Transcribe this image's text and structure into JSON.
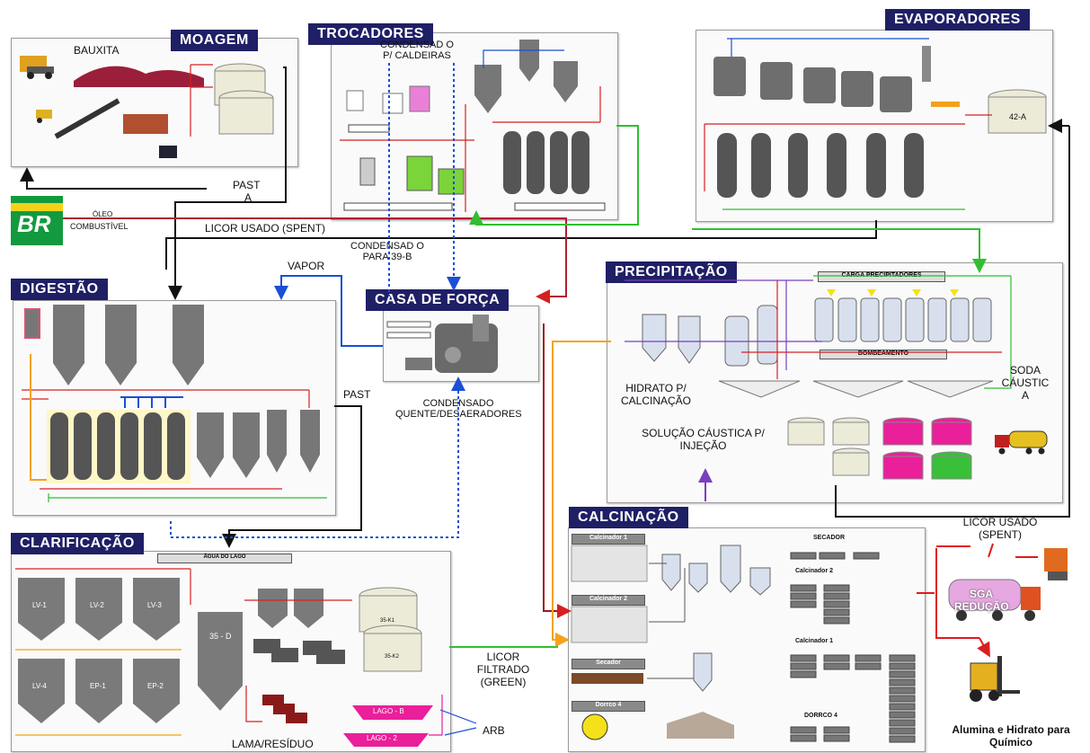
{
  "sections": {
    "moagem": "MOAGEM",
    "trocadores": "TROCADORES",
    "evaporadores": "EVAPORADORES",
    "digestao": "DIGESTÃO",
    "casa_forca": "CASA DE FORÇA",
    "precipitacao": "PRECIPITAÇÃO",
    "clarificacao": "CLARIFICAÇÃO",
    "calcinacao": "CALCINAÇÃO"
  },
  "labels": {
    "bauxita": "BAUXITA",
    "pasta_top": "PAST",
    "pasta_top2": "A",
    "oleo": "ÓLEO",
    "combustivel": "COMBUSTÍVEL",
    "licor_usado": "LICOR USADO (SPENT)",
    "condensado_caldeiras": "CONDENSAD O P/ CALDEIRAS",
    "condensado_39b": "CONDENSAD O PARA 39-B",
    "vapor": "VAPOR",
    "pasta_mid": "PAST",
    "condensado_quente": "CONDENSADO QUENTE/DESAERADORES",
    "hidrato": "HIDRATO P/ CALCINAÇÃO",
    "soda": "SODA CÁUSTIC A",
    "solucao": "SOLUÇÃO CÁUSTICA P/ INJEÇÃO",
    "licor_usado2": "LICOR USADO (SPENT)",
    "sga": "SGA REDUÇÃO",
    "licor_filtrado": "LICOR FILTRADO (GREEN)",
    "arb": "ARB",
    "lama": "LAMA/RESÍDUO",
    "alumina": "Alumina e Hidrato para Químico",
    "agua_lago": "ÁGUA DO LAGO",
    "carga_precip": "CARGA PRECIPITADORES",
    "bombeamento": "BOMBEAMENTO",
    "secador_tit": "SECADOR",
    "calc2_tit": "Calcinador 2",
    "calc1_tit": "Calcinador 1",
    "dorrco4_tit": "DORRCO 4",
    "calcinador1": "Calcinador 1",
    "calcinador2": "Calcinador 2",
    "secador": "Secador",
    "dorrco4": "Dorrco 4",
    "lago_b": "LAGO - B",
    "lago_2": "LAGO - 2",
    "br_logo": "BR",
    "tank_35d": "35 - D",
    "tank_42a": "42-A",
    "tank_35k1": "35-K1",
    "tank_35k2": "35-K2",
    "lv1": "LV-1",
    "lv2": "LV-2",
    "lv3": "LV-3",
    "lv4": "LV-4",
    "ep1": "EP-1",
    "ep2": "EP-2"
  },
  "colors": {
    "title_bg": "#1f1f66",
    "red_line": "#d62020",
    "blue_line": "#1a4fd6",
    "green_line": "#2fbf2f",
    "orange_line": "#f5a21b",
    "purple_line": "#7a3fbf",
    "black_line": "#111111",
    "magenta_tank": "#ea1f9a",
    "green_tank": "#39c039"
  }
}
